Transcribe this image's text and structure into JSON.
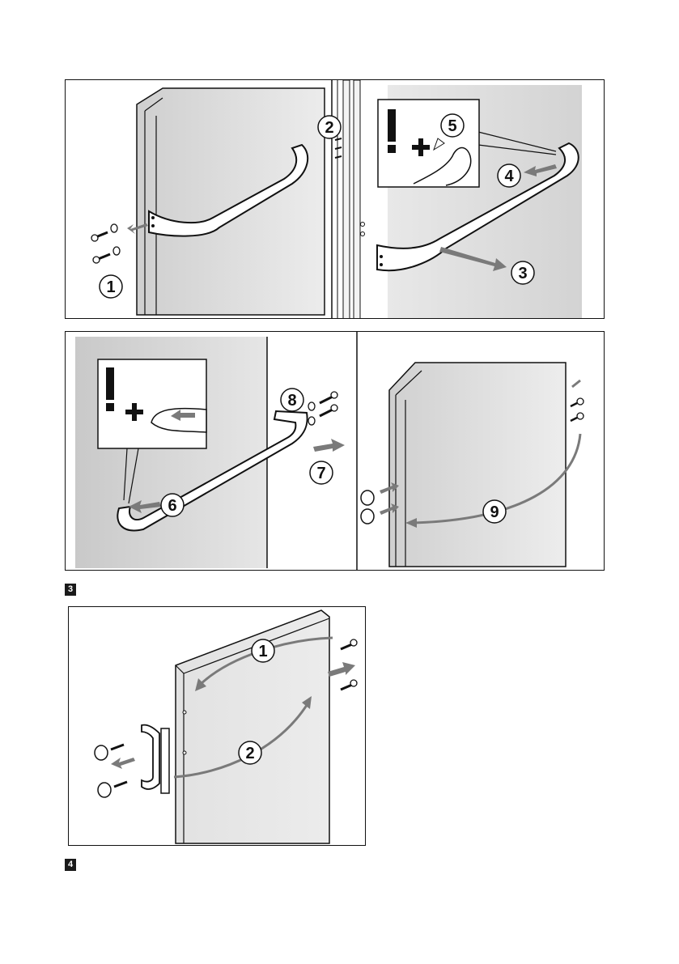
{
  "figure3": {
    "tag": "3",
    "panel_a": {
      "steps": [
        "1",
        "2",
        "3",
        "4",
        "5"
      ]
    },
    "panel_b": {
      "steps": [
        "6",
        "7",
        "8",
        "9"
      ]
    },
    "warning_glyph": "!",
    "plus_glyph": "✚"
  },
  "figure4": {
    "tag": "4",
    "steps": [
      "1",
      "2"
    ]
  },
  "colors": {
    "door_panel": "#e2e2e2",
    "arrow": "#7a7a7a",
    "outline": "#111111"
  }
}
